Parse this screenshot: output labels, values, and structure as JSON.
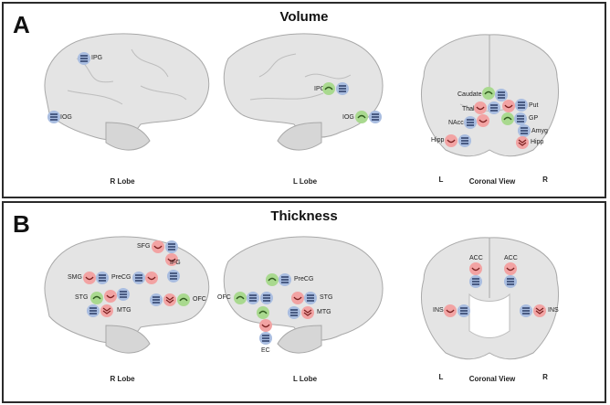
{
  "panelA": {
    "letter": "A",
    "title": "Volume",
    "captions": {
      "rlobe": "R Lobe",
      "llobe": "L Lobe",
      "coronal": "Coronal View",
      "left": "L",
      "right": "R"
    },
    "labels": {
      "ipg_r": "IPG",
      "iog_r": "IOG",
      "ipg_l": "IPG",
      "iog_l": "IOG",
      "caudate": "Caudate",
      "thal": "Thal",
      "nacc": "NAcc",
      "hipp_l": "Hipp",
      "put": "Put",
      "gp": "GP",
      "amyg": "Amyg",
      "hipp_r": "Hipp"
    }
  },
  "panelB": {
    "letter": "B",
    "title": "Thickness",
    "captions": {
      "rlobe": "R Lobe",
      "llobe": "L Lobe",
      "coronal": "Coronal View",
      "left": "L",
      "right": "R"
    },
    "labels": {
      "sfg": "SFG",
      "ifg": "IFG",
      "smg": "SMG",
      "precg_r": "PreCG",
      "stg_r": "STG",
      "mtg_r": "MTG",
      "ofc_r": "OFC",
      "ofc_l": "OFC",
      "precg_l": "PreCG",
      "stg_l": "STG",
      "mtg_l": "MTG",
      "ec": "EC",
      "acc_l": "ACC",
      "acc_r": "ACC",
      "ins_l": "INS",
      "ins_r": "INS"
    }
  },
  "colors": {
    "decrease": "#f2a3a3",
    "increase": "#a9d98f",
    "nochange": "#a9bde0",
    "brain": "#e4e4e4",
    "brain_edge": "#a9a9a9",
    "frame": "#2b2b2b"
  }
}
